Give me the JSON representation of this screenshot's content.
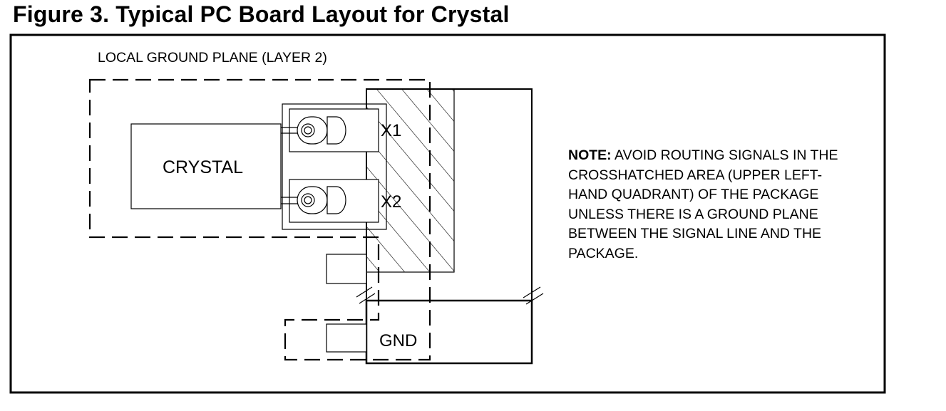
{
  "figure": {
    "title": "Figure 3. Typical PC Board Layout for Crystal"
  },
  "labels": {
    "ground_plane": "LOCAL GROUND PLANE (LAYER 2)",
    "crystal": "CRYSTAL",
    "pin_x1": "X1",
    "pin_x2": "X2",
    "gnd": "GND"
  },
  "note": {
    "prefix": "NOTE:",
    "text": " AVOID ROUTING SIGNALS IN THE\nCROSSHATCHED AREA (UPPER LEFT-\nHAND QUADRANT) OF THE PACKAGE\nUNLESS THERE IS A GROUND PLANE\nBETWEEN THE SIGNAL LINE AND THE\nPACKAGE."
  }
}
